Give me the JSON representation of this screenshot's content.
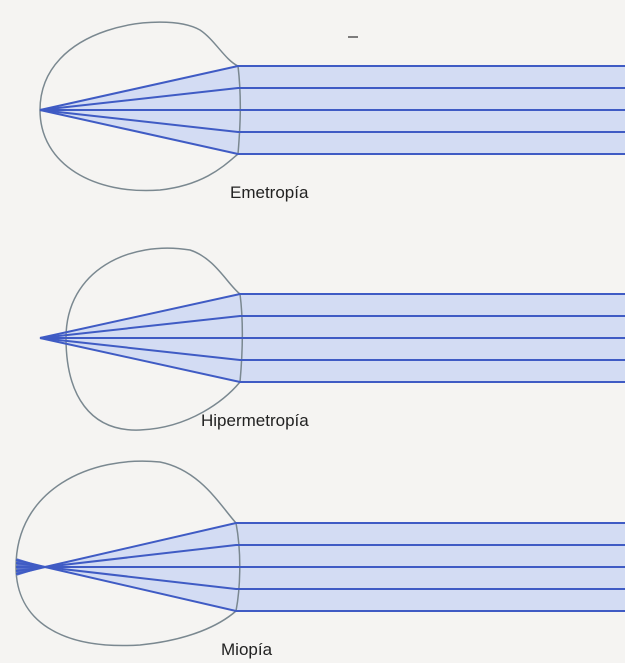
{
  "diagrams": [
    {
      "id": "emetropia",
      "label": "Emetropía"
    },
    {
      "id": "hipermetropia",
      "label": "Hipermetropía"
    },
    {
      "id": "miopia",
      "label": "Miopía"
    }
  ],
  "colors": {
    "ray": "#3f5bc4",
    "beam_fill": "#d3dcf3",
    "eye_outline": "#7a8890",
    "background": "#f5f4f2"
  }
}
